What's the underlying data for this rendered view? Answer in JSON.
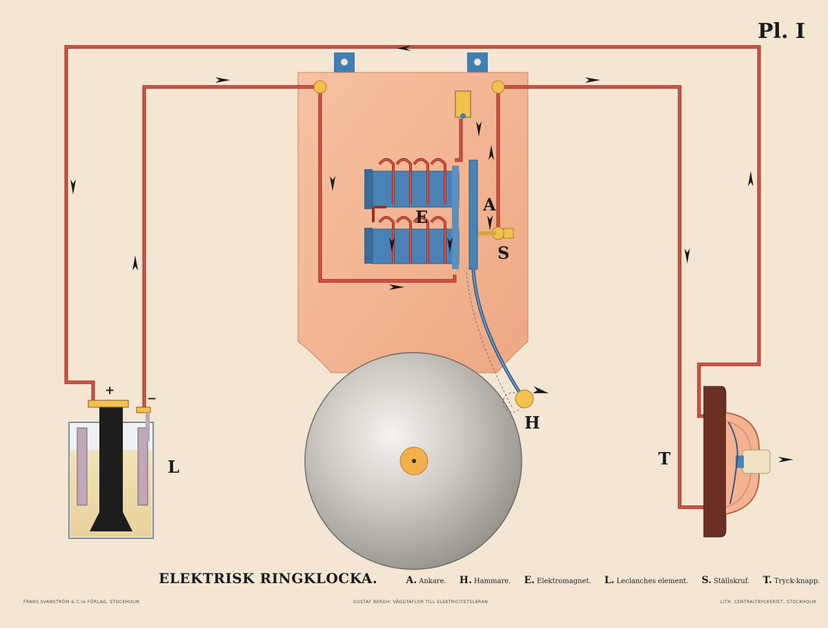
{
  "plate": "Pl. I",
  "labels": {
    "E": "E",
    "A": "A",
    "S": "S",
    "H": "H",
    "L": "L",
    "T": "T",
    "plus": "+",
    "minus": "−"
  },
  "legend": {
    "title": "ELEKTRISK RINGKLOCKA.",
    "items": [
      {
        "key": "A.",
        "text": "Ankare."
      },
      {
        "key": "H.",
        "text": "Hammare."
      },
      {
        "key": "E.",
        "text": "Elektromagnet."
      },
      {
        "key": "L.",
        "text": "Leclanches element."
      },
      {
        "key": "S.",
        "text": "Ställskruf."
      },
      {
        "key": "T.",
        "text": "Tryck-knapp."
      }
    ]
  },
  "footer": {
    "left": "FRANS SVANSTRÖM & C:ie FÖRLAG, STOCKHOLM.",
    "center": "GUSTAF BERGH:  VÄGGTAFLOR TILL ELEKTRICITETSLÄRAN.",
    "right": "LITH. CENTRALTRYCKERIET, STOCKHOLM."
  },
  "colors": {
    "paper": "#f4e6d3",
    "wire": "#c8463a",
    "wood": "#f3b898",
    "iron_core": "#4a82b8",
    "bell": "#c9c5bd",
    "terminal": "#f2c14e",
    "bracket": "#3f7fb5"
  }
}
